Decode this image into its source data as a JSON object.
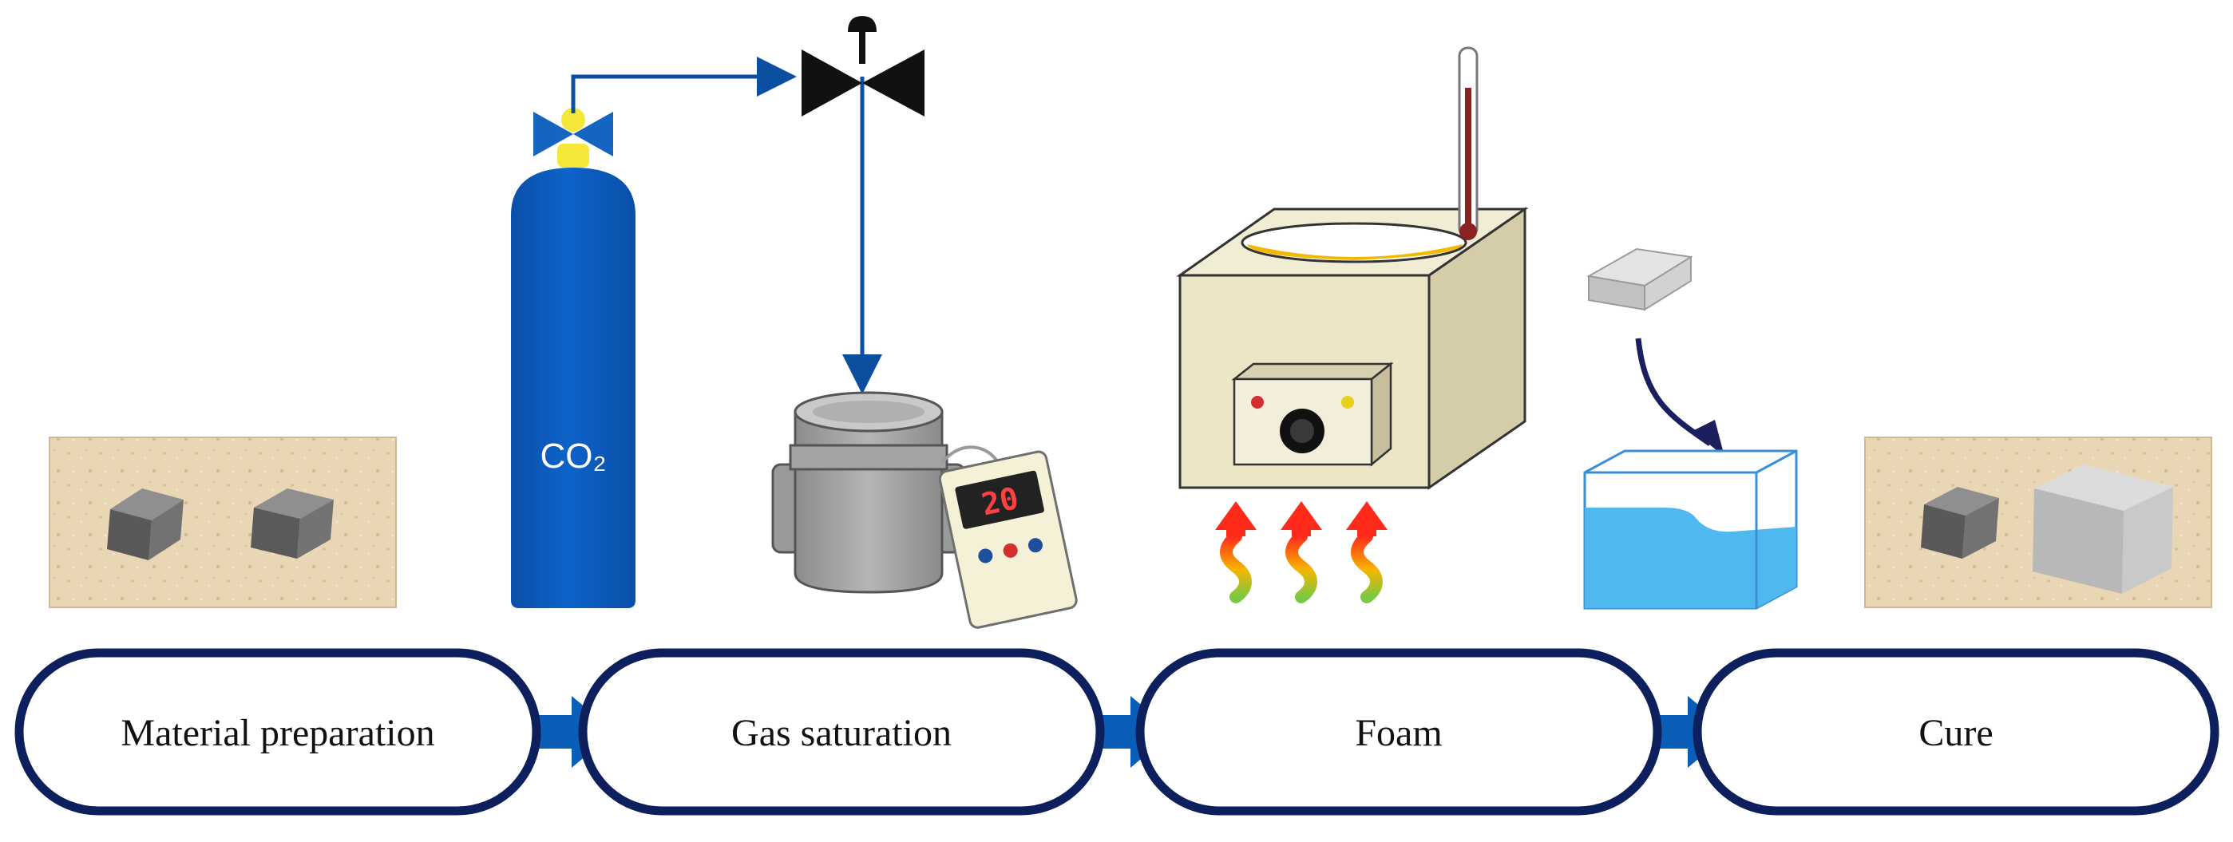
{
  "stages": [
    {
      "id": "material-preparation",
      "label": "Material preparation"
    },
    {
      "id": "gas-saturation",
      "label": "Gas saturation"
    },
    {
      "id": "foam",
      "label": "Foam"
    },
    {
      "id": "cure",
      "label": "Cure"
    }
  ],
  "equipment": {
    "cylinder_label": "CO₂",
    "pressure_gauge_reading": "20"
  },
  "colors": {
    "outline": "#0d1f5c",
    "arrow": "#0b5eb8",
    "cylinder": "#0a5cc2",
    "valve": "#1565c0",
    "valve_collar": "#f5e63a",
    "sand": "#e9d6b4",
    "water": "#4fb8ee",
    "oil": "#f3b800"
  }
}
